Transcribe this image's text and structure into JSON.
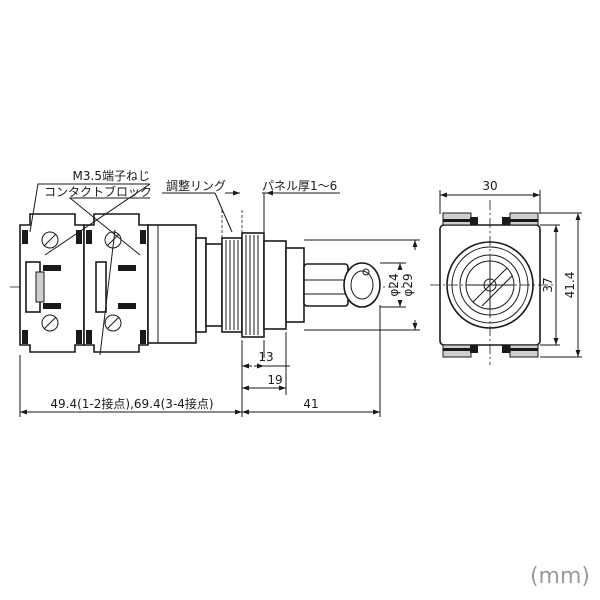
{
  "labels": {
    "terminal_screw": "M3.5端子ねじ",
    "contact_block": "コンタクトブロック",
    "adjust_ring": "調整リング",
    "panel_thickness": "パネル厚1～6"
  },
  "dimensions": {
    "d24": "φ24",
    "d29": "φ29",
    "d13": "13",
    "d19": "19",
    "d41": "41",
    "d_total": "49.4(1-2接点),69.4(3-4接点)",
    "d30": "30",
    "d37": "37",
    "d41_4": "41.4"
  },
  "unit": "(mm)"
}
